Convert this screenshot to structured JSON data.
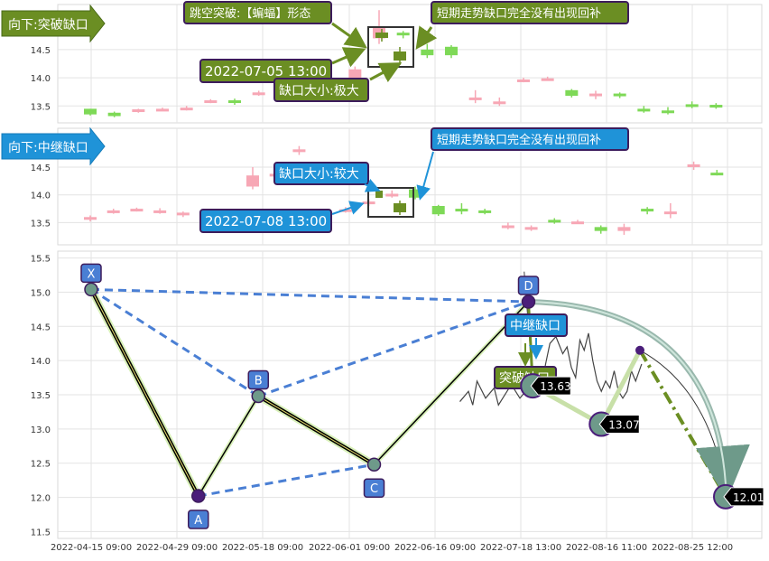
{
  "panel1": {
    "title": "向下:突破缺口",
    "ylim": [
      13.2,
      15.3
    ],
    "yticks": [
      13.5,
      14.0,
      14.5
    ],
    "callouts": {
      "pattern": "跳空突破:【蝙蝠】形态",
      "not_filled": "短期走势缺口完全没有出现回补",
      "time": "2022-07-05 13:00",
      "size": "缺口大小:极大"
    },
    "candles": [
      {
        "i": 0,
        "o": 13.45,
        "c": 13.35,
        "h": 13.45,
        "l": 13.33
      },
      {
        "i": 1,
        "o": 13.38,
        "c": 13.32,
        "h": 13.4,
        "l": 13.3
      },
      {
        "i": 2,
        "o": 13.4,
        "c": 13.44,
        "h": 13.45,
        "l": 13.38
      },
      {
        "i": 3,
        "o": 13.44,
        "c": 13.45,
        "h": 13.47,
        "l": 13.42
      },
      {
        "i": 4,
        "o": 13.45,
        "c": 13.47,
        "h": 13.5,
        "l": 13.42
      },
      {
        "i": 5,
        "o": 13.58,
        "c": 13.6,
        "h": 13.62,
        "l": 13.55
      },
      {
        "i": 6,
        "o": 13.6,
        "c": 13.58,
        "h": 13.63,
        "l": 13.52
      },
      {
        "i": 7,
        "o": 13.72,
        "c": 13.74,
        "h": 13.77,
        "l": 13.68
      },
      {
        "i": 8,
        "o": 13.75,
        "c": 13.76,
        "h": 13.8,
        "l": 13.7
      },
      {
        "i": 9,
        "o": 13.7,
        "c": 13.72,
        "h": 13.76,
        "l": 13.68
      },
      {
        "i": 10,
        "o": 13.62,
        "c": 13.68,
        "h": 13.7,
        "l": 13.58
      },
      {
        "i": 11,
        "o": 14.0,
        "c": 14.15,
        "h": 14.2,
        "l": 13.95
      },
      {
        "i": 12,
        "o": 14.7,
        "c": 14.9,
        "h": 15.2,
        "l": 14.6
      },
      {
        "i": 13,
        "o": 14.8,
        "c": 14.78,
        "h": 14.83,
        "l": 14.7
      },
      {
        "i": 14,
        "o": 14.5,
        "c": 14.4,
        "h": 14.6,
        "l": 14.35
      },
      {
        "i": 15,
        "o": 14.55,
        "c": 14.4,
        "h": 14.58,
        "l": 14.35
      },
      {
        "i": 16,
        "o": 13.62,
        "c": 13.65,
        "h": 13.78,
        "l": 13.55
      },
      {
        "i": 17,
        "o": 13.55,
        "c": 13.58,
        "h": 13.65,
        "l": 13.5
      },
      {
        "i": 18,
        "o": 13.95,
        "c": 13.97,
        "h": 14.0,
        "l": 13.92
      },
      {
        "i": 19,
        "o": 13.98,
        "c": 13.99,
        "h": 14.02,
        "l": 13.95
      },
      {
        "i": 20,
        "o": 13.78,
        "c": 13.68,
        "h": 13.8,
        "l": 13.65
      },
      {
        "i": 21,
        "o": 13.7,
        "c": 13.72,
        "h": 13.77,
        "l": 13.62
      },
      {
        "i": 22,
        "o": 13.72,
        "c": 13.68,
        "h": 13.74,
        "l": 13.64
      },
      {
        "i": 23,
        "o": 13.45,
        "c": 13.42,
        "h": 13.5,
        "l": 13.38
      },
      {
        "i": 24,
        "o": 13.42,
        "c": 13.4,
        "h": 13.48,
        "l": 13.35
      },
      {
        "i": 25,
        "o": 13.53,
        "c": 13.5,
        "h": 13.58,
        "l": 13.46
      },
      {
        "i": 26,
        "o": 13.52,
        "c": 13.5,
        "h": 13.55,
        "l": 13.45
      }
    ]
  },
  "panel2": {
    "title": "向下:中继缺口",
    "ylim": [
      13.1,
      15.2
    ],
    "yticks": [
      13.5,
      14.0,
      14.5
    ],
    "callouts": {
      "not_filled": "短期走势缺口完全没有出现回补",
      "size": "缺口大小:较大",
      "time": "2022-07-08 13:00"
    },
    "candles": [
      {
        "i": 0,
        "o": 13.58,
        "c": 13.6,
        "h": 13.63,
        "l": 13.52
      },
      {
        "i": 1,
        "o": 13.7,
        "c": 13.72,
        "h": 13.75,
        "l": 13.66
      },
      {
        "i": 2,
        "o": 13.72,
        "c": 13.75,
        "h": 13.77,
        "l": 13.7
      },
      {
        "i": 3,
        "o": 13.7,
        "c": 13.72,
        "h": 13.76,
        "l": 13.66
      },
      {
        "i": 4,
        "o": 13.65,
        "c": 13.68,
        "h": 13.7,
        "l": 13.6
      },
      {
        "i": 5,
        "o": 13.7,
        "c": 13.72,
        "h": 13.74,
        "l": 13.68
      },
      {
        "i": 6,
        "o": 13.68,
        "c": 13.7,
        "h": 13.73,
        "l": 13.64
      },
      {
        "i": 7,
        "o": 14.15,
        "c": 14.35,
        "h": 14.5,
        "l": 14.1
      },
      {
        "i": 8,
        "o": 14.35,
        "c": 14.38,
        "h": 14.48,
        "l": 14.3
      },
      {
        "i": 9,
        "o": 14.8,
        "c": 14.82,
        "h": 14.88,
        "l": 14.72
      },
      {
        "i": 10,
        "o": 13.62,
        "c": 13.65,
        "h": 13.72,
        "l": 13.58
      },
      {
        "i": 11,
        "o": 13.72,
        "c": 13.74,
        "h": 13.78,
        "l": 13.68
      },
      {
        "i": 12,
        "o": 13.85,
        "c": 13.88,
        "h": 13.92,
        "l": 13.8
      },
      {
        "i": 13,
        "o": 14.0,
        "c": 14.02,
        "h": 14.08,
        "l": 13.95
      },
      {
        "i": 14,
        "o": 14.1,
        "c": 13.95,
        "h": 14.15,
        "l": 13.92
      },
      {
        "i": 15,
        "o": 13.8,
        "c": 13.65,
        "h": 13.82,
        "l": 13.62
      },
      {
        "i": 16,
        "o": 13.75,
        "c": 13.72,
        "h": 13.85,
        "l": 13.65
      },
      {
        "i": 17,
        "o": 13.72,
        "c": 13.68,
        "h": 13.75,
        "l": 13.65
      },
      {
        "i": 18,
        "o": 13.42,
        "c": 13.45,
        "h": 13.5,
        "l": 13.38
      },
      {
        "i": 19,
        "o": 13.4,
        "c": 13.42,
        "h": 13.45,
        "l": 13.35
      },
      {
        "i": 20,
        "o": 13.55,
        "c": 13.52,
        "h": 13.58,
        "l": 13.48
      },
      {
        "i": 21,
        "o": 13.5,
        "c": 13.52,
        "h": 13.55,
        "l": 13.48
      },
      {
        "i": 22,
        "o": 13.42,
        "c": 13.35,
        "h": 13.45,
        "l": 13.3
      },
      {
        "i": 23,
        "o": 13.35,
        "c": 13.42,
        "h": 13.48,
        "l": 13.28
      },
      {
        "i": 24,
        "o": 13.75,
        "c": 13.72,
        "h": 13.78,
        "l": 13.65
      },
      {
        "i": 25,
        "o": 13.7,
        "c": 13.7,
        "h": 13.85,
        "l": 13.58
      },
      {
        "i": 26,
        "o": 14.5,
        "c": 14.55,
        "h": 14.6,
        "l": 14.45
      },
      {
        "i": 27,
        "o": 14.4,
        "c": 14.38,
        "h": 14.45,
        "l": 14.35
      }
    ]
  },
  "chart_data": {
    "type": "line",
    "ylim": [
      11.4,
      15.6
    ],
    "yticks": [
      11.5,
      12.0,
      12.5,
      13.0,
      13.5,
      14.0,
      14.5,
      15.0,
      15.5
    ],
    "xticks": [
      "2022-04-15 09:00",
      "2022-04-29 09:00",
      "2022-05-18 09:00",
      "2022-06-01 09:00",
      "2022-06-16 09:00",
      "2022-07-18 13:00",
      "2022-08-16 11:00",
      "2022-08-25 12:00"
    ],
    "pattern_points": [
      {
        "label": "X",
        "t": 0.0,
        "value": 15.04
      },
      {
        "label": "A",
        "t": 1.25,
        "value": 12.02
      },
      {
        "label": "B",
        "t": 1.95,
        "value": 13.48
      },
      {
        "label": "C",
        "t": 3.3,
        "value": 12.48
      },
      {
        "label": "D",
        "t": 5.1,
        "value": 14.86
      }
    ],
    "price_line": [
      [
        4.3,
        13.4
      ],
      [
        4.4,
        13.55
      ],
      [
        4.45,
        13.35
      ],
      [
        4.5,
        13.7
      ],
      [
        4.6,
        13.45
      ],
      [
        4.7,
        13.6
      ],
      [
        4.75,
        13.35
      ],
      [
        4.85,
        13.55
      ],
      [
        4.9,
        13.65
      ],
      [
        5.0,
        13.45
      ],
      [
        5.1,
        13.6
      ],
      [
        5.2,
        13.8
      ],
      [
        5.25,
        13.6
      ],
      [
        5.3,
        13.95
      ],
      [
        5.35,
        14.25
      ],
      [
        5.42,
        14.35
      ],
      [
        5.5,
        14.1
      ],
      [
        5.55,
        14.2
      ],
      [
        5.6,
        13.9
      ],
      [
        5.65,
        13.75
      ],
      [
        5.7,
        14.3
      ],
      [
        5.75,
        14.15
      ],
      [
        5.8,
        14.4
      ],
      [
        5.85,
        14.0
      ],
      [
        5.9,
        13.7
      ],
      [
        5.95,
        13.55
      ],
      [
        6.0,
        13.7
      ],
      [
        6.05,
        13.6
      ],
      [
        6.1,
        13.85
      ],
      [
        6.15,
        13.55
      ],
      [
        6.2,
        13.45
      ],
      [
        6.25,
        13.55
      ],
      [
        6.3,
        13.85
      ],
      [
        6.35,
        13.7
      ],
      [
        6.42,
        13.95
      ]
    ],
    "projection_points": [
      {
        "value": "13.63",
        "t": 5.15,
        "v": 13.63
      },
      {
        "value": "13.07",
        "t": 5.95,
        "v": 13.07
      },
      {
        "value": "12.01",
        "t": 7.4,
        "v": 12.01
      }
    ],
    "pivot": {
      "t": 6.4,
      "v": 14.15
    },
    "labels": {
      "relay": "中继缺口",
      "breakout": "突破缺口"
    }
  },
  "colors": {
    "green": "#6b8e23",
    "blue": "#1f93d8",
    "navy": "#5b1e8c",
    "dash": "#4a7fd4",
    "bull": "#f7a7b5",
    "bear": "#7ed957"
  }
}
